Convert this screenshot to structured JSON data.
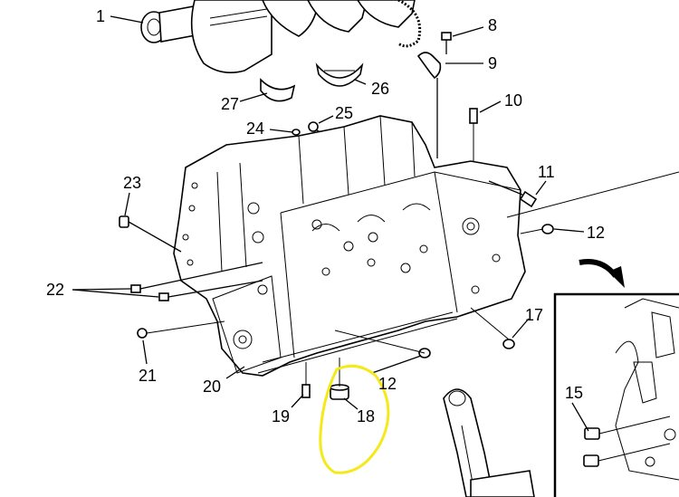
{
  "labels": {
    "c1": "1",
    "c8": "8",
    "c9": "9",
    "c10": "10",
    "c11": "11",
    "c12a": "12",
    "c12b": "12",
    "c15": "15",
    "c17": "17",
    "c18": "18",
    "c19": "19",
    "c20": "20",
    "c21": "21",
    "c22": "22",
    "c23": "23",
    "c24": "24",
    "c25": "25",
    "c26": "26",
    "c27": "27"
  },
  "colors": {
    "line": "#000000",
    "background": "#ffffff",
    "highlight": "#f4ea1a"
  }
}
